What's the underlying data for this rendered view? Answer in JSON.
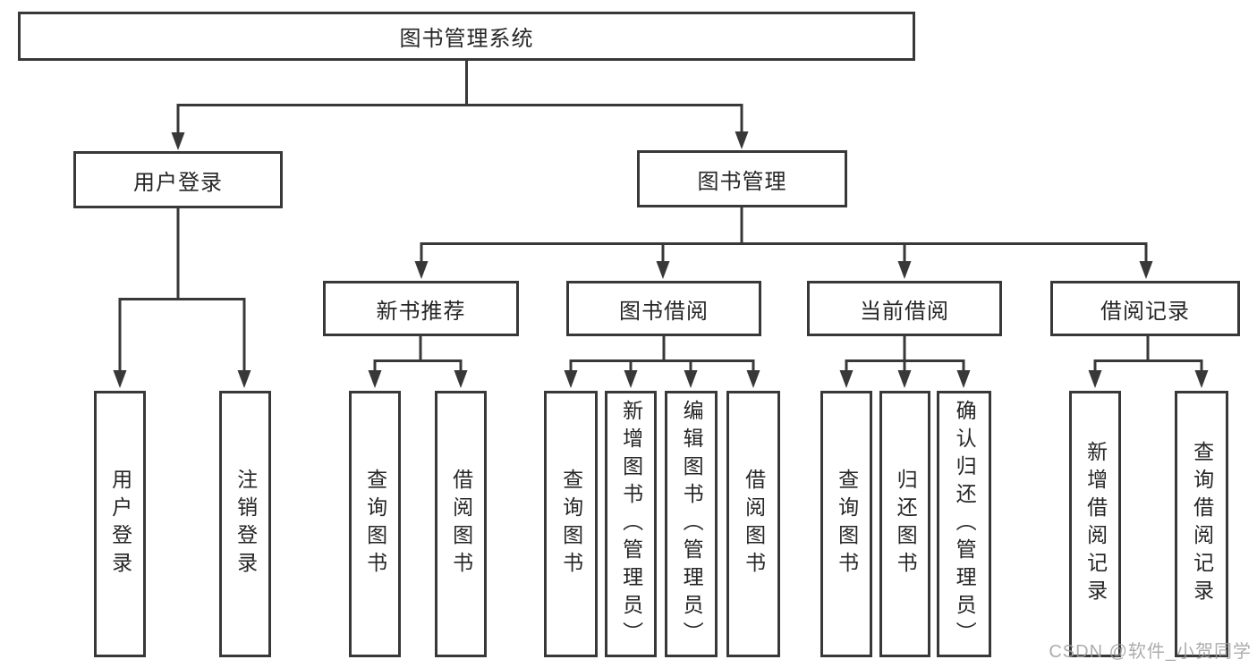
{
  "diagram": {
    "title": "图书管理系统",
    "root": {
      "label": "图书管理系统"
    },
    "level2": [
      {
        "id": "user-login",
        "label": "用户登录"
      },
      {
        "id": "book-management",
        "label": "图书管理"
      }
    ],
    "level3": [
      {
        "id": "new-book-recommend",
        "parent": "book-management",
        "label": "新书推荐"
      },
      {
        "id": "book-borrowing",
        "parent": "book-management",
        "label": "图书借阅"
      },
      {
        "id": "current-borrowing",
        "parent": "book-management",
        "label": "当前借阅"
      },
      {
        "id": "borrowing-records",
        "parent": "book-management",
        "label": "借阅记录"
      }
    ],
    "leaves": [
      {
        "parent": "user-login",
        "label": "用户登录"
      },
      {
        "parent": "user-login",
        "label": "注销登录"
      },
      {
        "parent": "new-book-recommend",
        "label": "查询图书"
      },
      {
        "parent": "new-book-recommend",
        "label": "借阅图书"
      },
      {
        "parent": "book-borrowing",
        "label": "查询图书"
      },
      {
        "parent": "book-borrowing",
        "label": "新增图书（管理员）"
      },
      {
        "parent": "book-borrowing",
        "label": "编辑图书（管理员）"
      },
      {
        "parent": "book-borrowing",
        "label": "借阅图书"
      },
      {
        "parent": "current-borrowing",
        "label": "查询图书"
      },
      {
        "parent": "current-borrowing",
        "label": "归还图书"
      },
      {
        "parent": "current-borrowing",
        "label": "确认归还（管理员）"
      },
      {
        "parent": "borrowing-records",
        "label": "新增借阅记录"
      },
      {
        "parent": "borrowing-records",
        "label": "查询借阅记录"
      }
    ]
  },
  "watermark": "CSDN @软件_小贺同学",
  "colors": {
    "line": "#383838",
    "text": "#262626",
    "background": "#ffffff",
    "watermark": "#9e9e9e"
  }
}
